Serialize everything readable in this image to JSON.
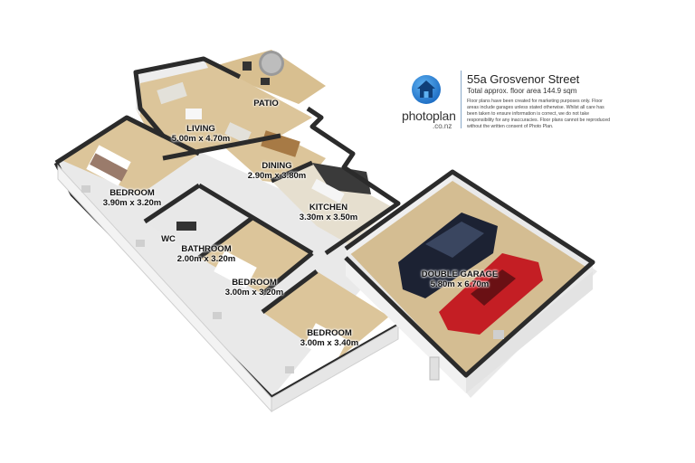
{
  "listing": {
    "address": "55a Grosvenor Street",
    "floor_area": "Total approx. floor area 144.9 sqm",
    "disclaimer": "Floor plans have been created for marketing purposes only. Floor areas include garages unless stated otherwise. Whilst all care has been taken to ensure information is correct, we do not take responsibility for any inaccuracies. Floor plans cannot be reproduced without the written consent of Photo Plan."
  },
  "brand": {
    "name": "photoplan",
    "domain": ".co.nz",
    "icon": "house-icon",
    "badge_color": "#1f6fc5"
  },
  "rooms": {
    "patio": {
      "name": "PATIO"
    },
    "living": {
      "name": "LIVING",
      "size": "5.00m x 4.70m"
    },
    "dining": {
      "name": "DINING",
      "size": "2.90m x 3.80m"
    },
    "kitchen": {
      "name": "KITCHEN",
      "size": "3.30m x 3.50m"
    },
    "bedroom1": {
      "name": "BEDROOM",
      "size": "3.90m x 3.20m"
    },
    "wc": {
      "name": "WC"
    },
    "bathroom": {
      "name": "BATHROOM",
      "size": "2.00m x 3.20m"
    },
    "bedroom2": {
      "name": "BEDROOM",
      "size": "3.00m x 3.20m"
    },
    "bedroom3": {
      "name": "BEDROOM",
      "size": "3.00m x 3.40m"
    },
    "garage": {
      "name": "DOUBLE GARAGE",
      "size": "5.80m x 6.70m"
    }
  },
  "colors": {
    "floor_wood": "#dcc59a",
    "wall_top": "#2b2b2b",
    "wall_face": "#f1f1f1",
    "garage_floor": "#d4bd92",
    "car_dark": "#1c2233",
    "car_red": "#c41e24"
  }
}
